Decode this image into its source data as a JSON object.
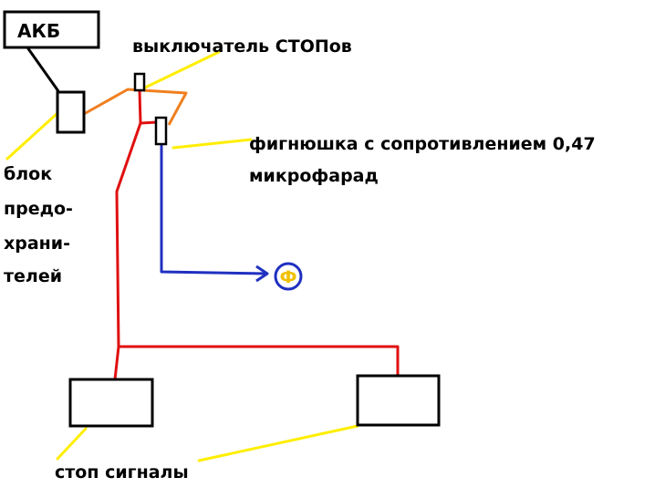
{
  "labels": {
    "battery": "АКБ",
    "switch": "выключатель СТОПов",
    "component_line1": "фигнюшка с сопротивлением 0,47",
    "component_line2": "микрофарад",
    "fuse_line1": "блок",
    "fuse_line2": "предо-",
    "fuse_line3": "храни-",
    "fuse_line4": "телей",
    "stop_lights": "стоп сигналы",
    "phase_symbol": "Ф"
  },
  "colors": {
    "pointer": "#ffee00",
    "wire_feed": "#f08020",
    "wire_red": "#e01010",
    "wire_blue": "#2030c0",
    "phase_text": "#f0c000",
    "outline": "#000000"
  }
}
